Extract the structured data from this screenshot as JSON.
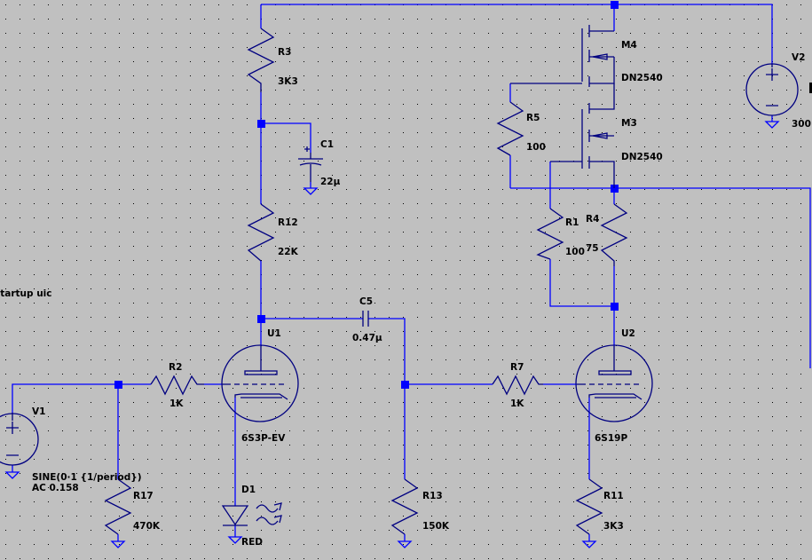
{
  "directive": "startup uic",
  "components": {
    "R3": {
      "name": "R3",
      "value": "3K3"
    },
    "R12": {
      "name": "R12",
      "value": "22K"
    },
    "C1": {
      "name": "C1",
      "value": "22µ"
    },
    "C5": {
      "name": "C5",
      "value": "0.47µ"
    },
    "U1": {
      "name": "U1",
      "value": "6S3P-EV"
    },
    "R2": {
      "name": "R2",
      "value": "1K"
    },
    "V1": {
      "name": "V1",
      "value": "SINE(0·1 {1/period})",
      "ac": "AC 0.158"
    },
    "R17": {
      "name": "R17",
      "value": "470K"
    },
    "D1": {
      "name": "D1",
      "value": "RED"
    },
    "R13": {
      "name": "R13",
      "value": "150K"
    },
    "R7": {
      "name": "R7",
      "value": "1K"
    },
    "U2": {
      "name": "U2",
      "value": "6S19P"
    },
    "R11": {
      "name": "R11",
      "value": "3K3"
    },
    "R1": {
      "name": "R1",
      "value": "100"
    },
    "R4": {
      "name": "R4",
      "value": "75"
    },
    "R5": {
      "name": "R5",
      "value": "100"
    },
    "M4": {
      "name": "M4",
      "value": "DN2540"
    },
    "M3": {
      "name": "M3",
      "value": "DN2540"
    },
    "V2": {
      "name": "V2",
      "value": "300"
    }
  },
  "colors": {
    "background": "#c0c0c0",
    "wire": "#0000ff",
    "component": "#000080"
  }
}
